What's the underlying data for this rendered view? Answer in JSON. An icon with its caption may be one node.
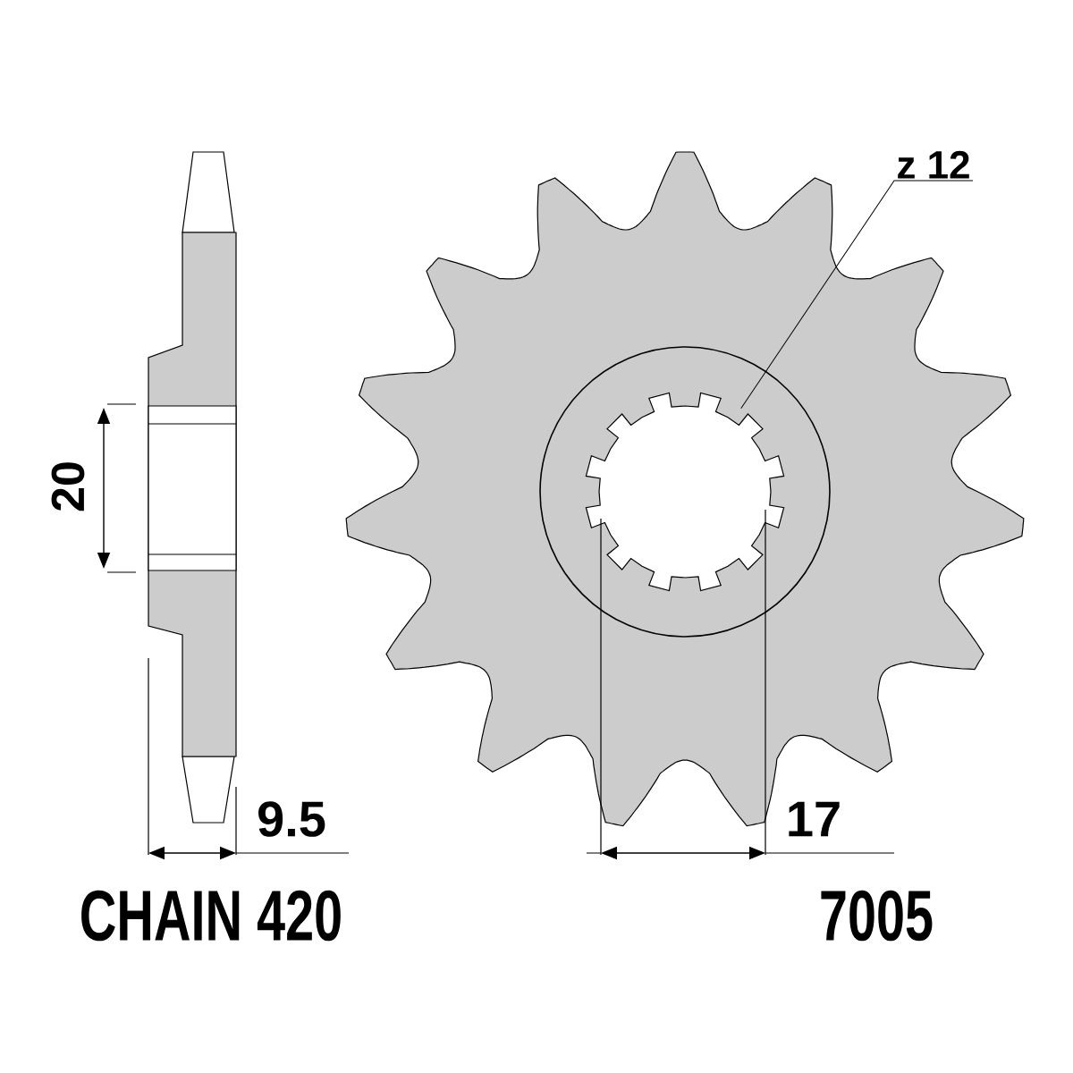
{
  "diagram": {
    "nodes": [
      {
        "text": [],
        "shape": "circle"
      },
      {
        "text": [
          "z 12"
        ]
      }
    ],
    "edges": [
      {
        "from": 1,
        "to": 0,
        "arrow": "none"
      }
    ],
    "labels": [
      "20",
      "9.5",
      "17",
      "CHAIN 420",
      "7005"
    ]
  }
}
